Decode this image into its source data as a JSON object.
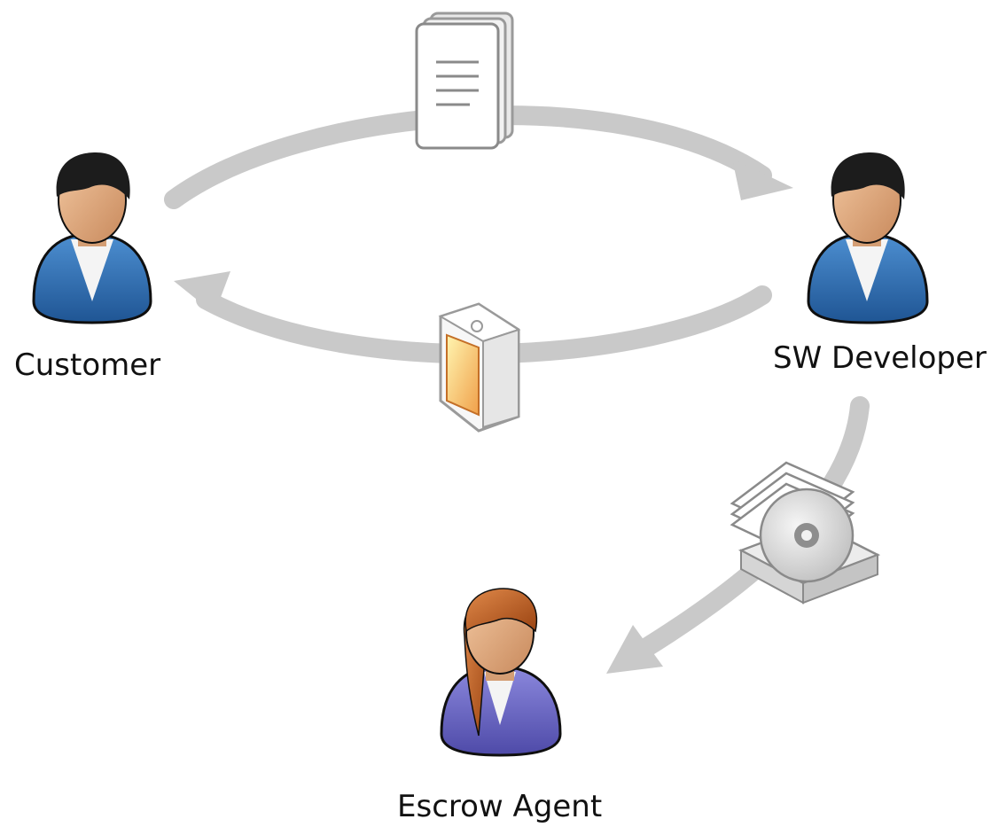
{
  "actors": {
    "customer": "Customer",
    "developer": "SW Developer",
    "escrow_agent": "Escrow Agent"
  },
  "icons": {
    "contract": "document-stack-icon",
    "product": "software-box-icon",
    "source_code": "disc-and-documents-icon",
    "customer": "user-icon",
    "developer": "user-icon",
    "escrow_agent": "user-icon"
  },
  "colors": {
    "arrow": "#c9c9c9",
    "shirt_blue": "#2f6fb0",
    "shirt_purple": "#6d67c4",
    "hair_dark": "#1c1c1c",
    "hair_orange": "#b9571b"
  }
}
